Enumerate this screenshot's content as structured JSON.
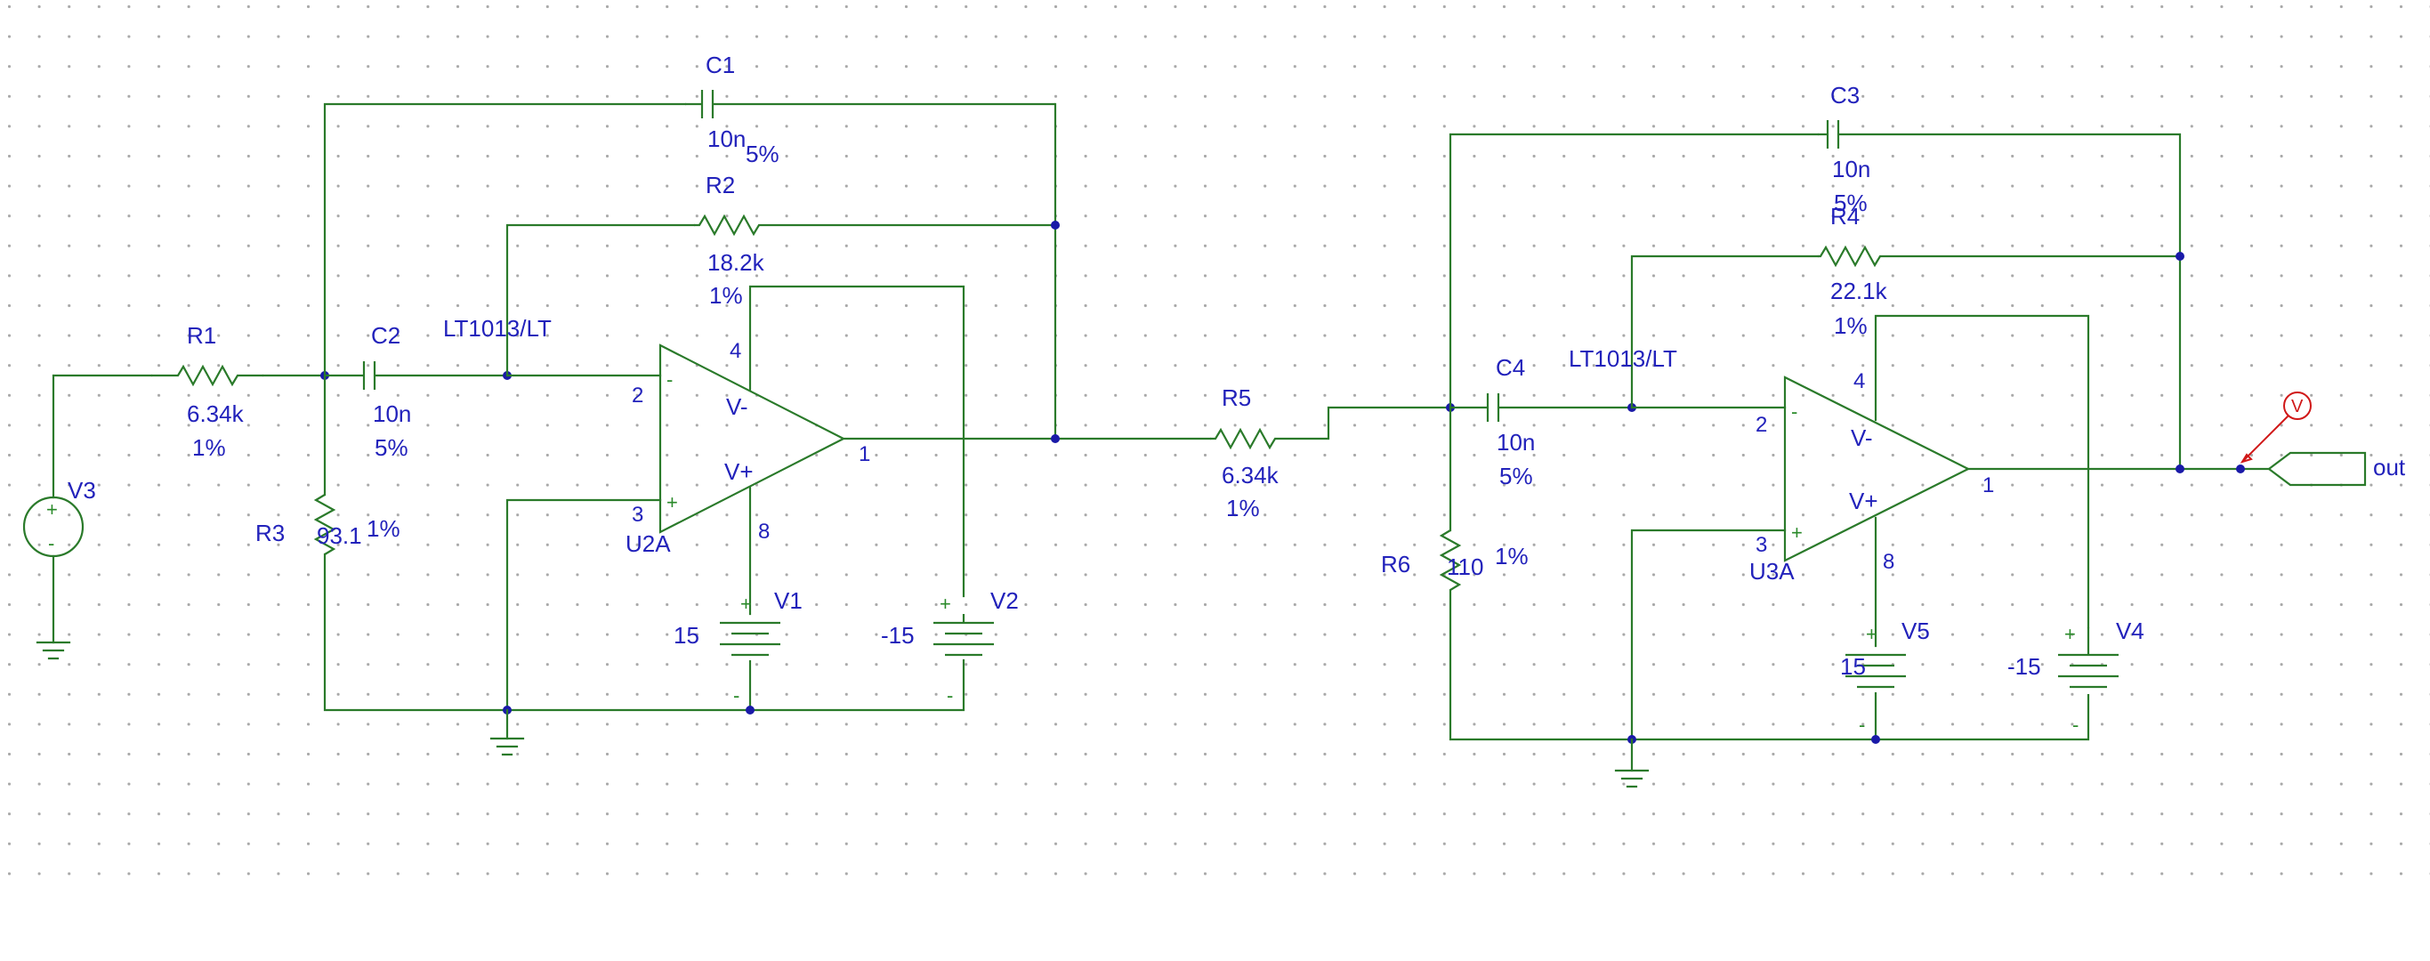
{
  "labels": {
    "C1": {
      "ref": "C1",
      "value": "10n",
      "tol": "5%"
    },
    "R2": {
      "ref": "R2",
      "value": "18.2k",
      "tol": "1%"
    },
    "R1": {
      "ref": "R1",
      "value": "6.34k",
      "tol": "1%"
    },
    "C2": {
      "ref": "C2",
      "value": "10n",
      "tol": "5%"
    },
    "R3": {
      "ref": "R3",
      "value": "93.1",
      "tol": "1%"
    },
    "U2A": {
      "part": "LT1013/LT",
      "ref": "U2A",
      "vminus": "V-",
      "vplus": "V+",
      "minus": "-",
      "plus": "+",
      "pin_in_minus": "2",
      "pin_in_plus": "3",
      "pin_out": "1",
      "pin_vminus": "4",
      "pin_vplus": "8"
    },
    "V1": {
      "ref": "V1",
      "value": "15",
      "plus": "+",
      "minus": "-"
    },
    "V2": {
      "ref": "V2",
      "value": "-15",
      "plus": "+",
      "minus": "-"
    },
    "V3": {
      "ref": "V3",
      "plus": "+",
      "minus": "-"
    },
    "R5": {
      "ref": "R5",
      "value": "6.34k",
      "tol": "1%"
    },
    "C3": {
      "ref": "C3",
      "value": "10n",
      "tol": "5%"
    },
    "R4": {
      "ref": "R4",
      "value": "22.1k",
      "tol": "1%"
    },
    "C4": {
      "ref": "C4",
      "value": "10n",
      "tol": "5%"
    },
    "R6": {
      "ref": "R6",
      "value": "110",
      "tol": "1%"
    },
    "U3A": {
      "part": "LT1013/LT",
      "ref": "U3A",
      "vminus": "V-",
      "vplus": "V+",
      "minus": "-",
      "plus": "+",
      "pin_in_minus": "2",
      "pin_in_plus": "3",
      "pin_out": "1",
      "pin_vminus": "4",
      "pin_vplus": "8"
    },
    "V5": {
      "ref": "V5",
      "value": "15",
      "plus": "+",
      "minus": "-"
    },
    "V4": {
      "ref": "V4",
      "value": "-15",
      "plus": "+",
      "minus": "-"
    },
    "probe": {
      "letter": "V"
    },
    "net_out": {
      "name": "out"
    }
  },
  "colors": {
    "wire": "#2a7a2a",
    "label": "#2222bb",
    "junction": "#1a1aa8",
    "probe": "#d01818",
    "grid_dot": "#9a9a9a",
    "background": "#ffffff"
  }
}
